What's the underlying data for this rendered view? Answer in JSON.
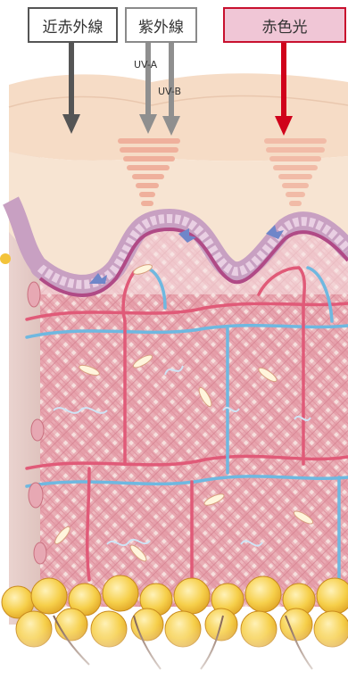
{
  "labels": {
    "near_infrared": "近赤外線",
    "ultraviolet": "紫外線",
    "red_light": "赤色光",
    "uva": "UV-A",
    "uvb": "UV-B"
  },
  "colors": {
    "near_infrared_arrow": "#555555",
    "uv_arrow": "#8f8f8f",
    "red_arrow": "#d0021b",
    "red_box_fill": "#f0c6d6",
    "epidermis": "#f4d9c2",
    "dermis": "#f3dcd8",
    "collagen": "#e8a0ad",
    "artery": "#e05a78",
    "vein": "#6fb8e0",
    "fat": "#f3c33a"
  }
}
